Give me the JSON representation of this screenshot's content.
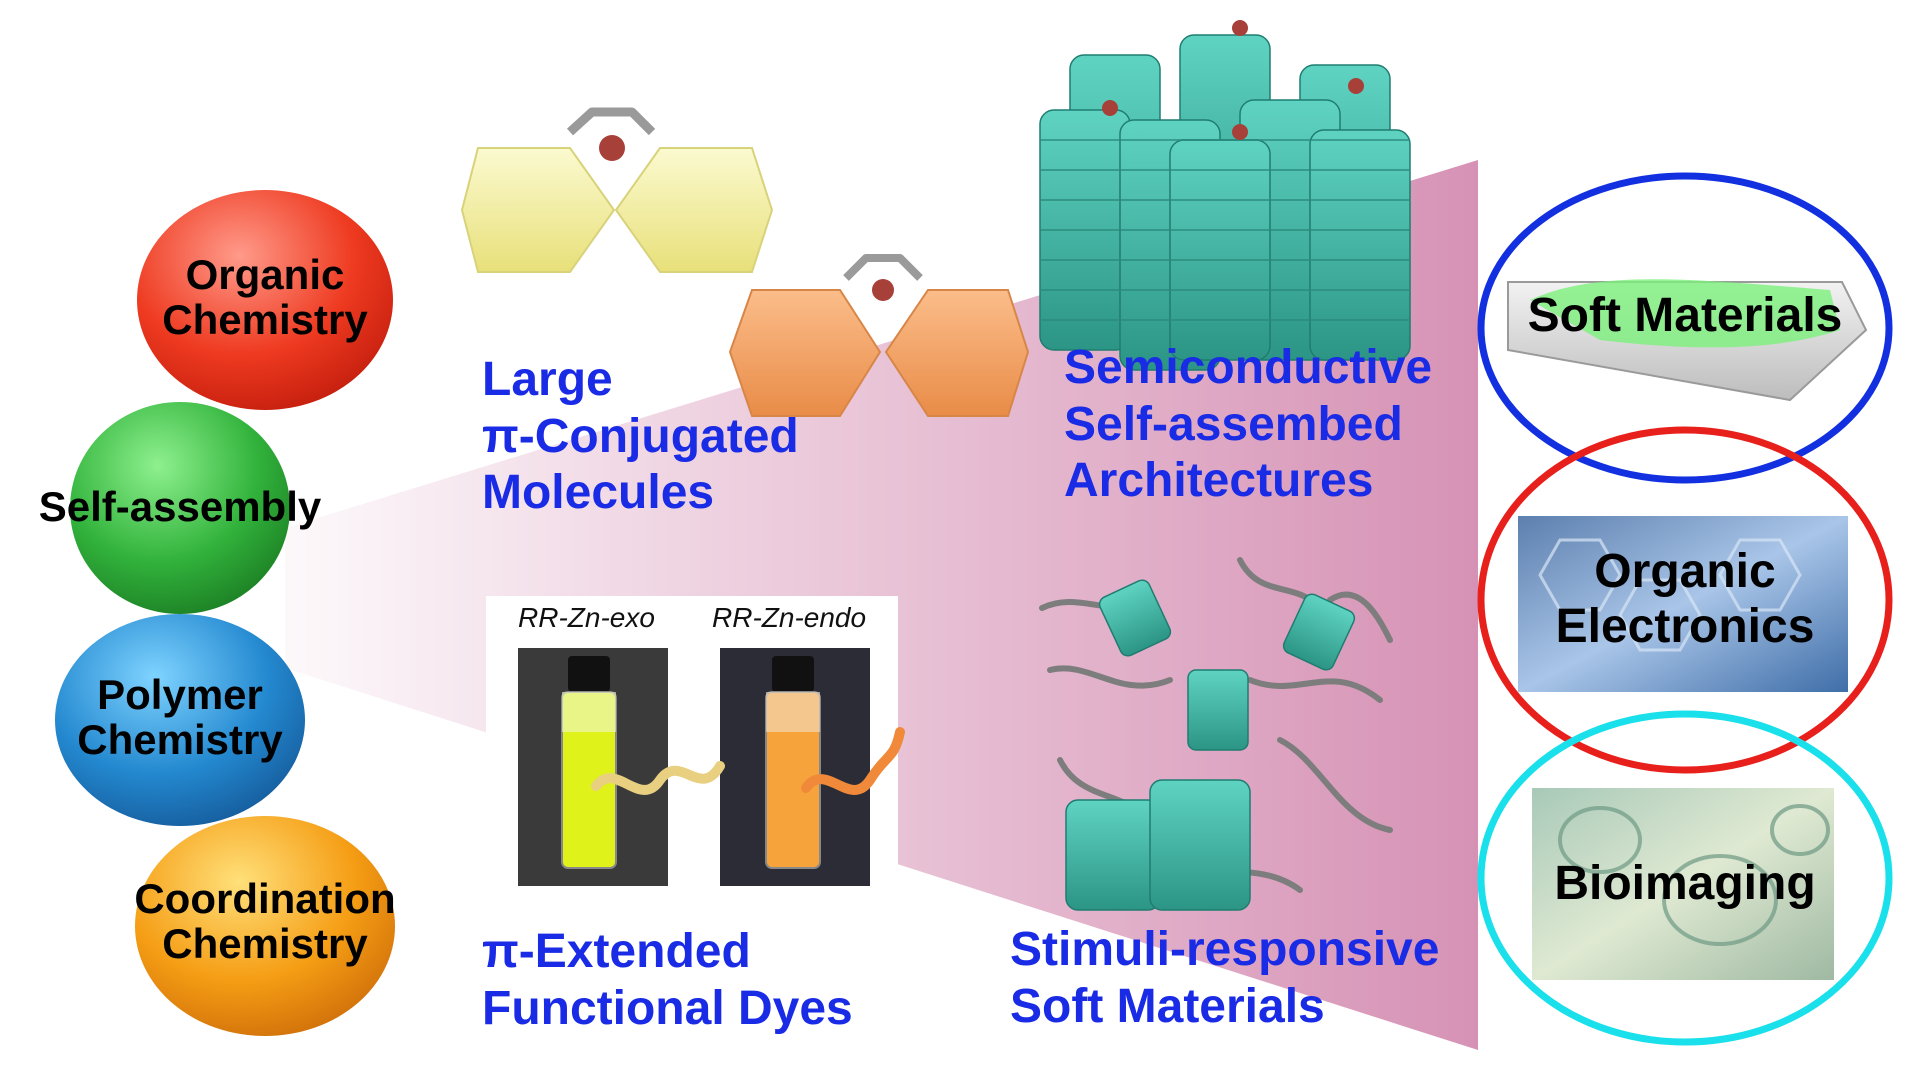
{
  "bubbles": [
    {
      "line1": "Organic",
      "line2": "Chemistry",
      "color": "#e8331c"
    },
    {
      "line1": "Self-assembly",
      "line2": "",
      "color": "#2fa53a"
    },
    {
      "line1": "Polymer",
      "line2": "Chemistry",
      "color": "#1f86c9"
    },
    {
      "line1": "Coordination",
      "line2": "Chemistry",
      "color": "#f29a12"
    }
  ],
  "panels": {
    "molecules": {
      "line1": "Large",
      "line2": "π-Conjugated",
      "line3": "Molecules"
    },
    "architectures": {
      "line1": "Semiconductive",
      "line2": "Self-assembed",
      "line3": "Architectures"
    },
    "dyes": {
      "line1": "π-Extended",
      "line2": "Functional Dyes"
    },
    "soft": {
      "line1": "Stimuli-responsive",
      "line2": "Soft Materials"
    }
  },
  "vials": {
    "left_caption": "RR-Zn-exo",
    "right_caption": "RR-Zn-endo"
  },
  "applications": [
    {
      "line1": "Soft Materials",
      "line2": "",
      "ring_color": "#1230e0"
    },
    {
      "line1": "Organic",
      "line2": "Electronics",
      "ring_color": "#e8201c"
    },
    {
      "line1": "Bioimaging",
      "line2": "",
      "ring_color": "#19e0ea"
    }
  ],
  "colors": {
    "label_blue": "#1a2be6",
    "hexagon_yellow": "#f4f1a0",
    "hexagon_orange": "#f4a468",
    "stack_teal": "#36b3a3",
    "beam_pink": "#cf7fa8"
  },
  "icons": [
    "hexagon-dimer",
    "hexagon-stack",
    "vial",
    "helix-arrow",
    "polymer-chain"
  ]
}
